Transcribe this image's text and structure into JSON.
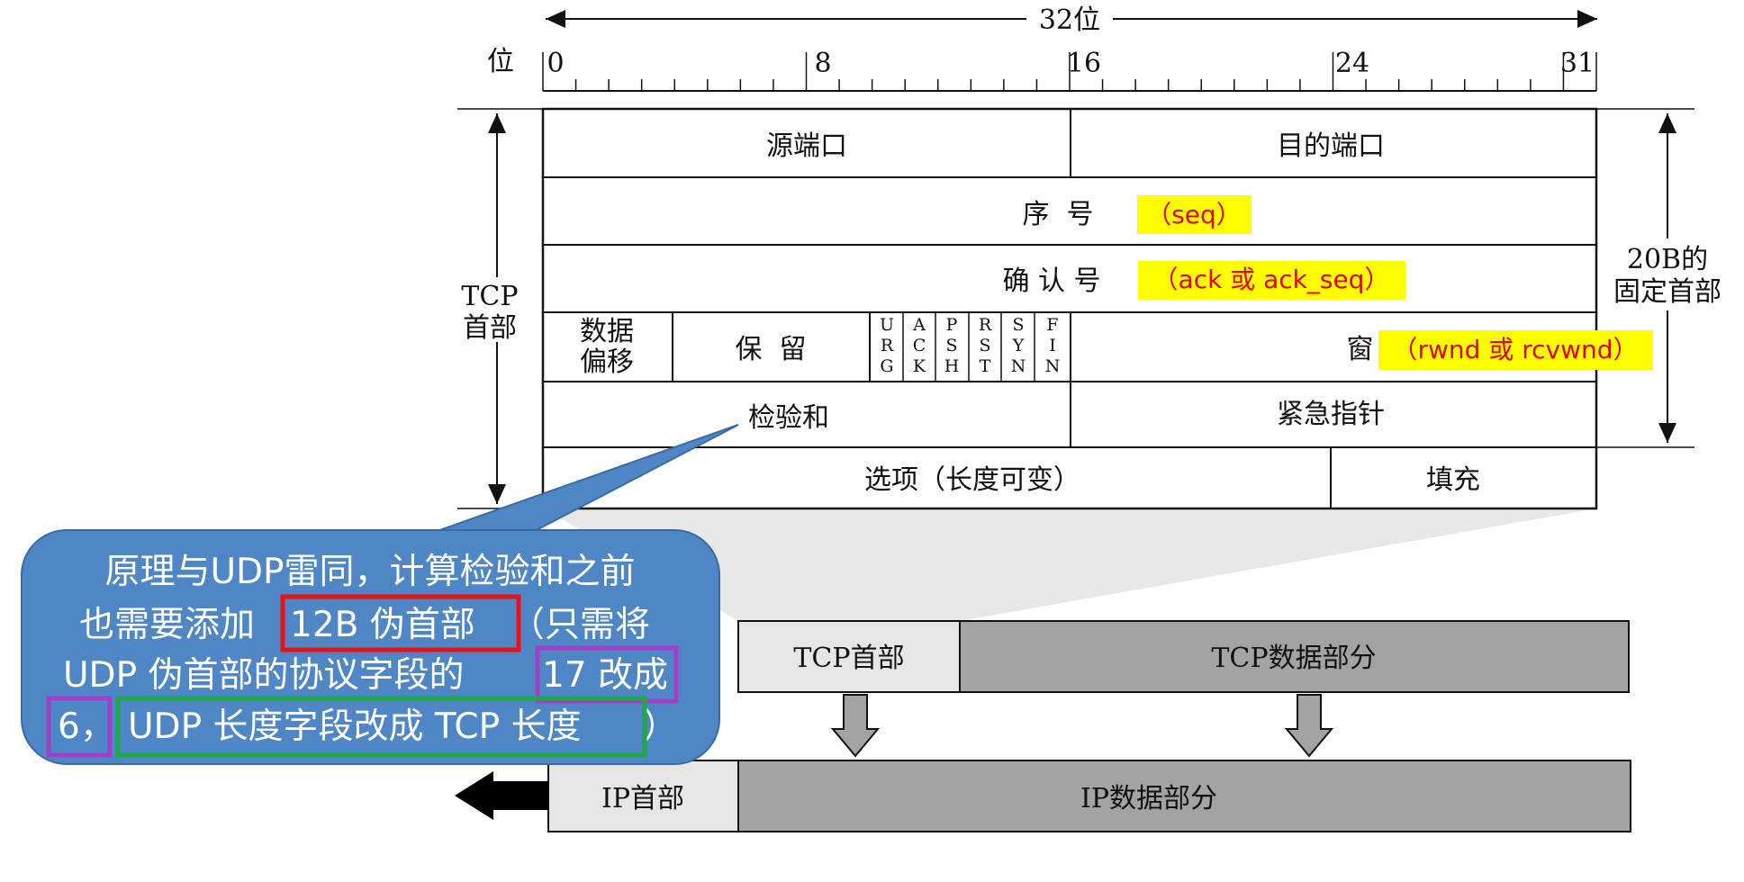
{
  "ruler": {
    "width_label": "32位",
    "bit_axis_label": "位",
    "tick_labels": [
      "0",
      "8",
      "16",
      "24",
      "31"
    ]
  },
  "header_brace": {
    "left_label_line1": "TCP",
    "left_label_line2": "首部",
    "right_label_line1": "20B的",
    "right_label_line2": "固定首部"
  },
  "fields": {
    "src_port": "源端口",
    "dst_port": "目的端口",
    "seq": "序  号",
    "ack": "确 认 号",
    "data_offset_line1": "数据",
    "data_offset_line2": "偏移",
    "reserved": "保  留",
    "flags": [
      "URG",
      "ACK",
      "PSH",
      "RST",
      "SYN",
      "FIN"
    ],
    "window": "窗  口",
    "checksum": "检验和",
    "urgent_ptr": "紧急指针",
    "options": "选项（长度可变）",
    "padding": "填充"
  },
  "highlights": {
    "seq": "（seq）",
    "ack": "（ack 或 ack_seq）",
    "window": "（rwnd 或 rcvwnd）"
  },
  "encapsulation": {
    "tcp_header": "TCP首部",
    "tcp_data": "TCP数据部分",
    "ip_header": "IP首部",
    "ip_data": "IP数据部分"
  },
  "callout": {
    "line1": "原理与UDP雷同，计算检验和之前",
    "line2_a": "也需要添加",
    "line2_b": "12B 伪首部",
    "line2_c": "（只需将",
    "line3_a": "UDP 伪首部的协议字段的",
    "line3_b": "17 改成",
    "line4_a": "6，",
    "line4_b": "UDP 长度字段改成 TCP 长度",
    "line4_c": "）"
  },
  "colors": {
    "highlight_bg": "#ffff00",
    "highlight_text": "#e00000",
    "bubble_fill": "#4f86c6",
    "bubble_stroke": "#3a6aa4",
    "box_red": "#e8101a",
    "box_purple": "#a040c8",
    "box_green": "#1ea84a",
    "header_gray": "#e6e6e6",
    "data_gray": "#a3a3a3"
  }
}
